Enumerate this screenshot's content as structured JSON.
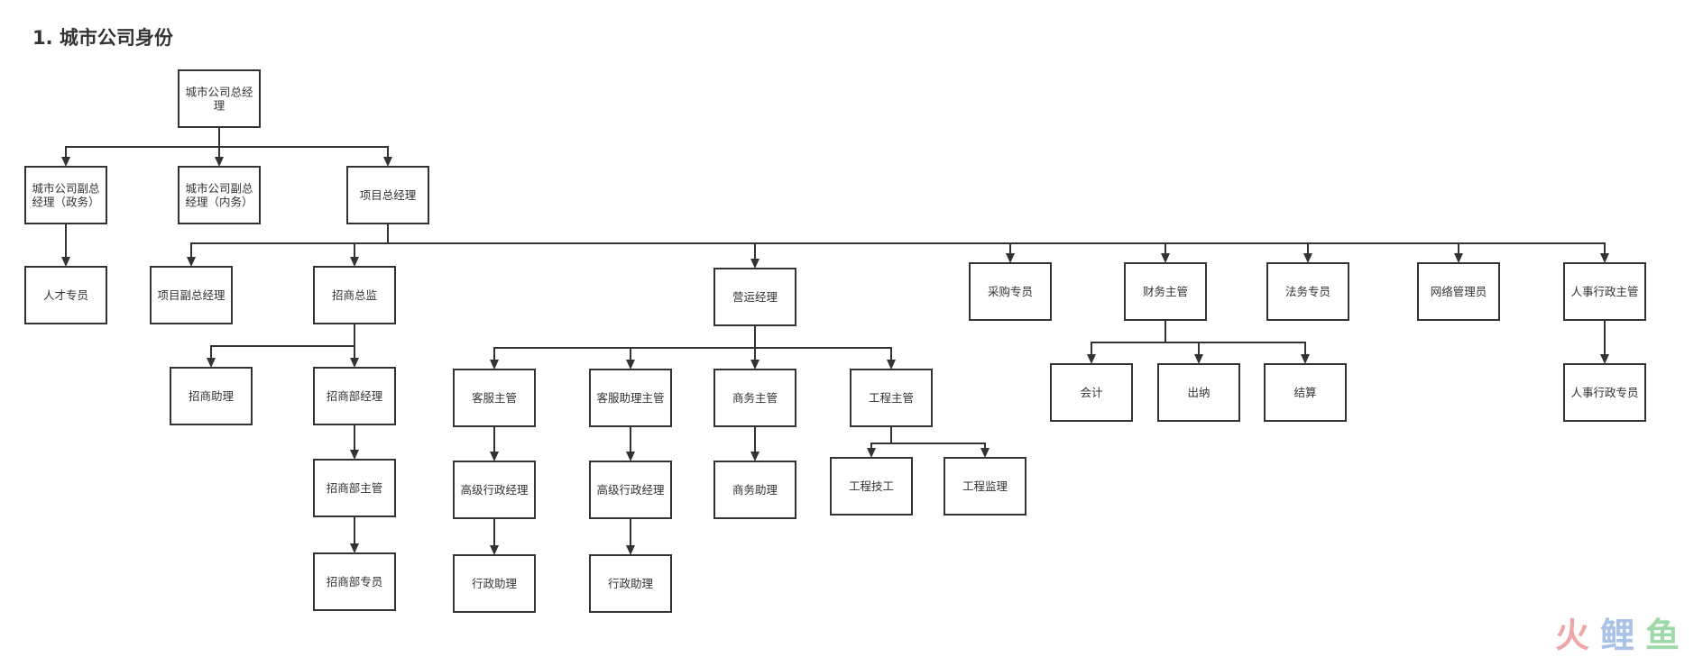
{
  "title": "1. 城市公司身份",
  "nodes": [
    {
      "id": "gm",
      "label": "城市公司总经理"
    },
    {
      "id": "vp_gov",
      "label": "城市公司副总经理（政务）"
    },
    {
      "id": "vp_int",
      "label": "城市公司副总经理（内务）"
    },
    {
      "id": "pgm",
      "label": "项目总经理"
    },
    {
      "id": "talent",
      "label": "人才专员"
    },
    {
      "id": "pvgm",
      "label": "项目副总经理"
    },
    {
      "id": "inv_dir",
      "label": "招商总监"
    },
    {
      "id": "ops_mgr",
      "label": "营运经理"
    },
    {
      "id": "purchase",
      "label": "采购专员"
    },
    {
      "id": "finance",
      "label": "财务主管"
    },
    {
      "id": "legal",
      "label": "法务专员"
    },
    {
      "id": "network",
      "label": "网络管理员"
    },
    {
      "id": "hr_sup",
      "label": "人事行政主管"
    },
    {
      "id": "inv_asst",
      "label": "招商助理"
    },
    {
      "id": "inv_mgr",
      "label": "招商部经理"
    },
    {
      "id": "inv_sup",
      "label": "招商部主管"
    },
    {
      "id": "inv_spec",
      "label": "招商部专员"
    },
    {
      "id": "cs_sup",
      "label": "客服主管"
    },
    {
      "id": "cs_asst_sup",
      "label": "客服助理主管"
    },
    {
      "id": "biz_sup",
      "label": "商务主管"
    },
    {
      "id": "eng_sup",
      "label": "工程主管"
    },
    {
      "id": "sr_admin1",
      "label": "高级行政经理"
    },
    {
      "id": "sr_admin2",
      "label": "高级行政经理"
    },
    {
      "id": "biz_asst",
      "label": "商务助理"
    },
    {
      "id": "eng_tech",
      "label": "工程技工"
    },
    {
      "id": "eng_sv",
      "label": "工程监理"
    },
    {
      "id": "admin_asst1",
      "label": "行政助理"
    },
    {
      "id": "admin_asst2",
      "label": "行政助理"
    },
    {
      "id": "accountant",
      "label": "会计"
    },
    {
      "id": "cashier",
      "label": "出纳"
    },
    {
      "id": "settlement",
      "label": "结算"
    },
    {
      "id": "hr_spec",
      "label": "人事行政专员"
    }
  ],
  "edges": [
    [
      "gm",
      "vp_gov"
    ],
    [
      "gm",
      "vp_int"
    ],
    [
      "gm",
      "pgm"
    ],
    [
      "vp_gov",
      "talent"
    ],
    [
      "pgm",
      "pvgm"
    ],
    [
      "pgm",
      "inv_dir"
    ],
    [
      "pgm",
      "ops_mgr"
    ],
    [
      "pgm",
      "purchase"
    ],
    [
      "pgm",
      "finance"
    ],
    [
      "pgm",
      "legal"
    ],
    [
      "pgm",
      "network"
    ],
    [
      "pgm",
      "hr_sup"
    ],
    [
      "inv_dir",
      "inv_asst"
    ],
    [
      "inv_dir",
      "inv_mgr"
    ],
    [
      "inv_mgr",
      "inv_sup"
    ],
    [
      "inv_sup",
      "inv_spec"
    ],
    [
      "ops_mgr",
      "cs_sup"
    ],
    [
      "ops_mgr",
      "cs_asst_sup"
    ],
    [
      "ops_mgr",
      "biz_sup"
    ],
    [
      "ops_mgr",
      "eng_sup"
    ],
    [
      "cs_sup",
      "sr_admin1"
    ],
    [
      "sr_admin1",
      "admin_asst1"
    ],
    [
      "cs_asst_sup",
      "sr_admin2"
    ],
    [
      "sr_admin2",
      "admin_asst2"
    ],
    [
      "biz_sup",
      "biz_asst"
    ],
    [
      "eng_sup",
      "eng_tech"
    ],
    [
      "eng_sup",
      "eng_sv"
    ],
    [
      "finance",
      "accountant"
    ],
    [
      "finance",
      "cashier"
    ],
    [
      "finance",
      "settlement"
    ],
    [
      "hr_sup",
      "hr_spec"
    ]
  ],
  "watermark": {
    "chars": [
      "火",
      "鲤",
      "鱼"
    ],
    "colors": [
      "#f0a6a6",
      "#a9c3e6",
      "#9fd9a9"
    ]
  }
}
